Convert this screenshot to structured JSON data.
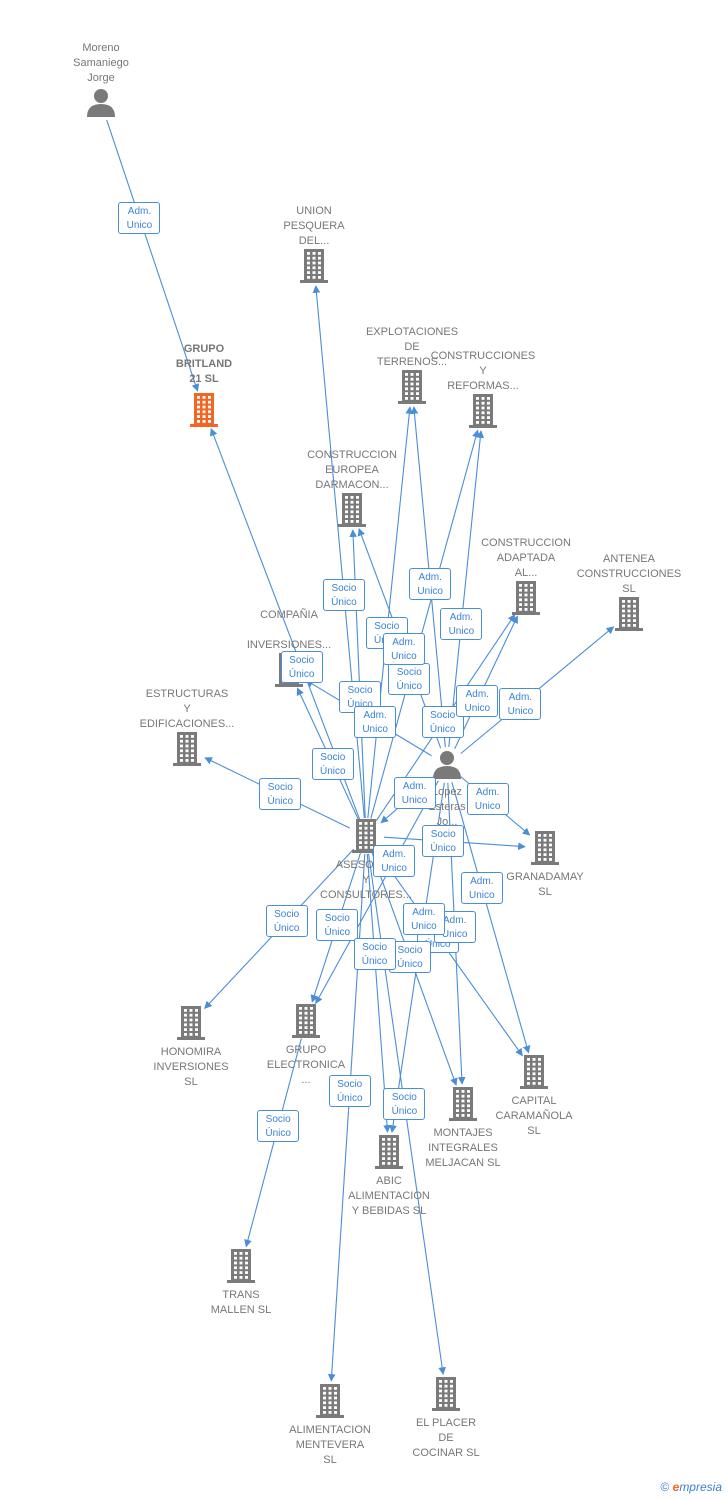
{
  "colors": {
    "edge": "#4a8ed8",
    "node": "#7a7a7a",
    "focus": "#f26522",
    "tag_text": "#3b82d6"
  },
  "nodes": [
    {
      "id": "moreno",
      "type": "person",
      "label": "Moreno\nSamaniego\nJorge",
      "icon": "person-icon"
    },
    {
      "id": "grupo_britland",
      "type": "company",
      "label": "GRUPO\nBRITLAND\n21 SL",
      "focus": true,
      "icon": "building-icon"
    },
    {
      "id": "union_pesquera",
      "type": "company",
      "label": "UNION\nPESQUERA\nDEL...",
      "icon": "building-icon"
    },
    {
      "id": "explotaciones",
      "type": "company",
      "label": "EXPLOTACIONES\nDE\nTERRENOS...",
      "icon": "building-icon"
    },
    {
      "id": "construcciones_reformas",
      "type": "company",
      "label": "CONSTRUCCIONES\nY\nREFORMAS...",
      "icon": "building-icon"
    },
    {
      "id": "construccion_europea",
      "type": "company",
      "label": "CONSTRUCCION\nEUROPEA\nDARMACON...",
      "icon": "building-icon"
    },
    {
      "id": "construccion_adaptada",
      "type": "company",
      "label": "CONSTRUCCION\nADAPTADA\nAL...",
      "icon": "building-icon"
    },
    {
      "id": "antenea",
      "type": "company",
      "label": "ANTENEA\nCONSTRUCCIONES\nSL",
      "icon": "building-icon"
    },
    {
      "id": "compania",
      "type": "company",
      "label": "COMPAÑIA\n\nINVERSIONES...",
      "icon": "building-icon"
    },
    {
      "id": "estructuras",
      "type": "company",
      "label": "ESTRUCTURAS\nY\nEDIFICACIONES...",
      "icon": "building-icon"
    },
    {
      "id": "lopez",
      "type": "person",
      "label": "Lopez\nEsteras\nJo...",
      "icon": "person-icon"
    },
    {
      "id": "asesores",
      "type": "company",
      "label": "ASESORES\nY\nCONSULTORES...",
      "icon": "building-icon"
    },
    {
      "id": "granadamay",
      "type": "company",
      "label": "GRANADAMAY\nSL",
      "icon": "building-icon"
    },
    {
      "id": "honomira",
      "type": "company",
      "label": "HONOMIRA\nINVERSIONES\nSL",
      "icon": "building-icon"
    },
    {
      "id": "grupo_electronica",
      "type": "company",
      "label": "GRUPO\nELECTRONICA\n...",
      "icon": "building-icon"
    },
    {
      "id": "capital",
      "type": "company",
      "label": "CAPITAL\nCARAMAÑOLA\nSL",
      "icon": "building-icon"
    },
    {
      "id": "montajes",
      "type": "company",
      "label": "MONTAJES\nINTEGRALES\nMELJACAN SL",
      "icon": "building-icon"
    },
    {
      "id": "abic",
      "type": "company",
      "label": "ABIC\nALIMENTACION\nY BEBIDAS SL",
      "icon": "building-icon"
    },
    {
      "id": "trans_mallen",
      "type": "company",
      "label": "TRANS\nMALLEN SL",
      "icon": "building-icon"
    },
    {
      "id": "alimentacion_mentevera",
      "type": "company",
      "label": "ALIMENTACION\nMENTEVERA\nSL",
      "icon": "building-icon"
    },
    {
      "id": "el_placer",
      "type": "company",
      "label": "EL PLACER\nDE\nCOCINAR SL",
      "icon": "building-icon"
    }
  ],
  "edges": [
    {
      "from": "moreno",
      "to": "grupo_britland",
      "label": "Adm.\nUnico"
    },
    {
      "from": "asesores",
      "to": "grupo_britland",
      "label": "Socio\nÚnico"
    },
    {
      "from": "asesores",
      "to": "union_pesquera",
      "label": "Socio\nÚnico"
    },
    {
      "from": "asesores",
      "to": "explotaciones",
      "label": "Socio\nÚnico"
    },
    {
      "from": "lopez",
      "to": "explotaciones",
      "label": "Adm.\nUnico"
    },
    {
      "from": "asesores",
      "to": "construcciones_reformas",
      "label": "Socio\nÚnico"
    },
    {
      "from": "lopez",
      "to": "construcciones_reformas",
      "label": "Adm.\nUnico"
    },
    {
      "from": "asesores",
      "to": "construccion_europea",
      "label": "Socio\nÚnico"
    },
    {
      "from": "lopez",
      "to": "construccion_europea",
      "label": "Adm.\nUnico"
    },
    {
      "from": "asesores",
      "to": "construccion_adaptada",
      "label": "Socio\nÚnico"
    },
    {
      "from": "lopez",
      "to": "construccion_adaptada",
      "label": "Adm.\nUnico"
    },
    {
      "from": "lopez",
      "to": "antenea",
      "label": "Adm.\nUnico"
    },
    {
      "from": "asesores",
      "to": "compania",
      "label": "Socio\nÚnico"
    },
    {
      "from": "lopez",
      "to": "compania",
      "label": "Adm.\nUnico"
    },
    {
      "from": "asesores",
      "to": "estructuras",
      "label": "Socio\nÚnico"
    },
    {
      "from": "lopez",
      "to": "asesores",
      "label": "Adm.\nUnico"
    },
    {
      "from": "lopez",
      "to": "granadamay",
      "label": "Adm.\nUnico"
    },
    {
      "from": "asesores",
      "to": "granadamay",
      "label": "Socio\nÚnico"
    },
    {
      "from": "asesores",
      "to": "honomira",
      "label": "Socio\nÚnico"
    },
    {
      "from": "asesores",
      "to": "grupo_electronica",
      "label": "Socio\nÚnico"
    },
    {
      "from": "lopez",
      "to": "grupo_electronica",
      "label": "Adm.\nUnico"
    },
    {
      "from": "lopez",
      "to": "capital",
      "label": "Adm.\nUnico"
    },
    {
      "from": "asesores",
      "to": "capital",
      "label": "Socio\nÚnico"
    },
    {
      "from": "asesores",
      "to": "montajes",
      "label": "Socio\nÚnico"
    },
    {
      "from": "lopez",
      "to": "montajes",
      "label": "Adm.\nUnico"
    },
    {
      "from": "asesores",
      "to": "abic",
      "label": "Socio\nÚnico"
    },
    {
      "from": "lopez",
      "to": "abic",
      "label": "Adm.\nUnico"
    },
    {
      "from": "grupo_electronica",
      "to": "trans_mallen",
      "label": "Socio\nÚnico"
    },
    {
      "from": "asesores",
      "to": "alimentacion_mentevera",
      "label": "Socio\nÚnico"
    },
    {
      "from": "asesores",
      "to": "el_placer",
      "label": "Socio\nÚnico"
    }
  ],
  "footer": {
    "copyright": "©",
    "brand_initial": "e",
    "brand_rest": "mpresia"
  }
}
